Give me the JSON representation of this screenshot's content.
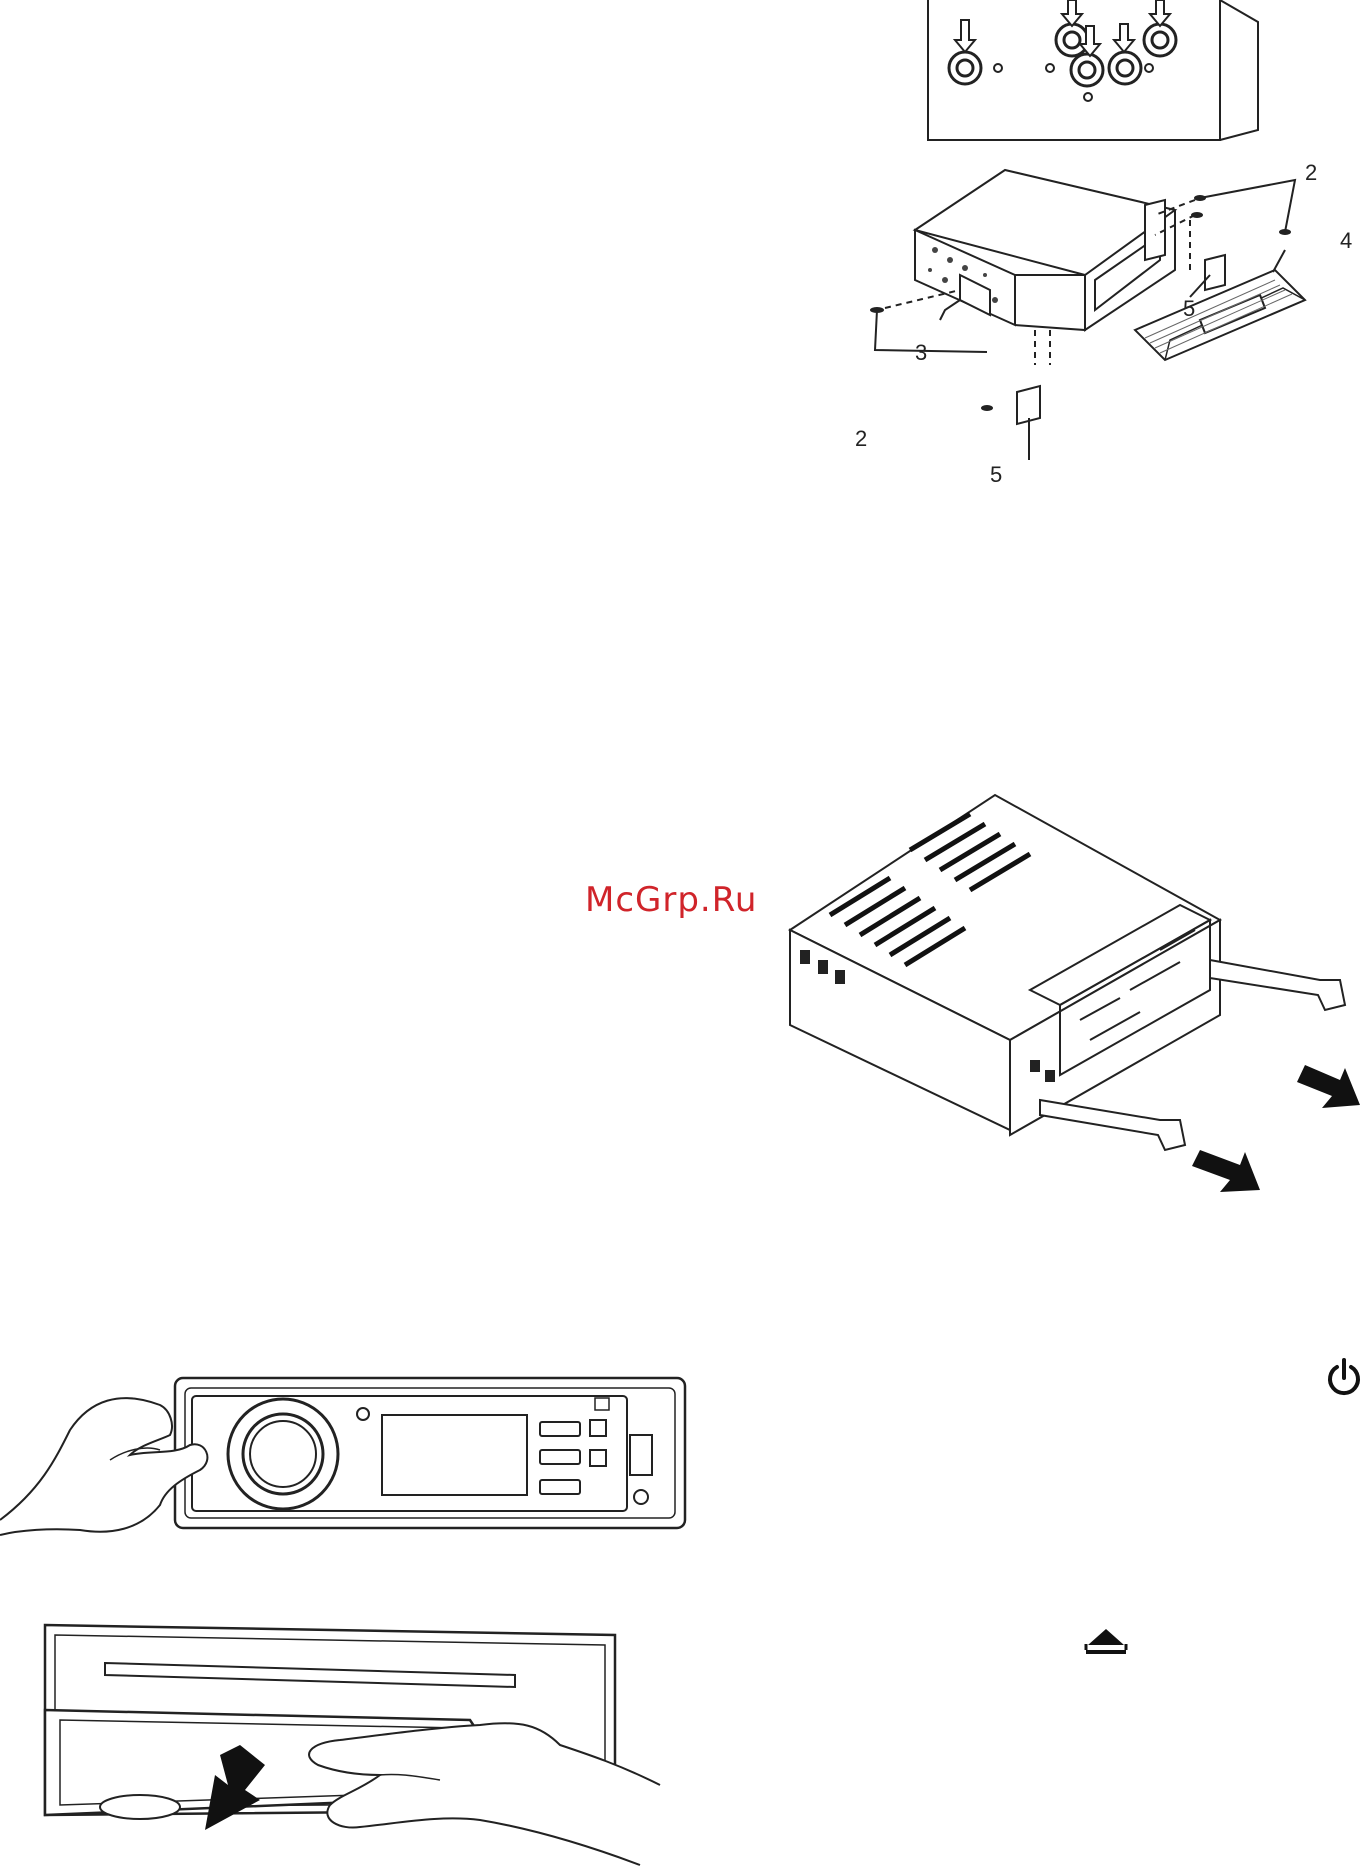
{
  "watermark": "McGrp.Ru",
  "bracket_figure": {
    "callouts": [
      "2",
      "4",
      "5",
      "3",
      "2",
      "5"
    ]
  },
  "icons": {
    "power": "power-icon",
    "eject": "eject-icon"
  }
}
